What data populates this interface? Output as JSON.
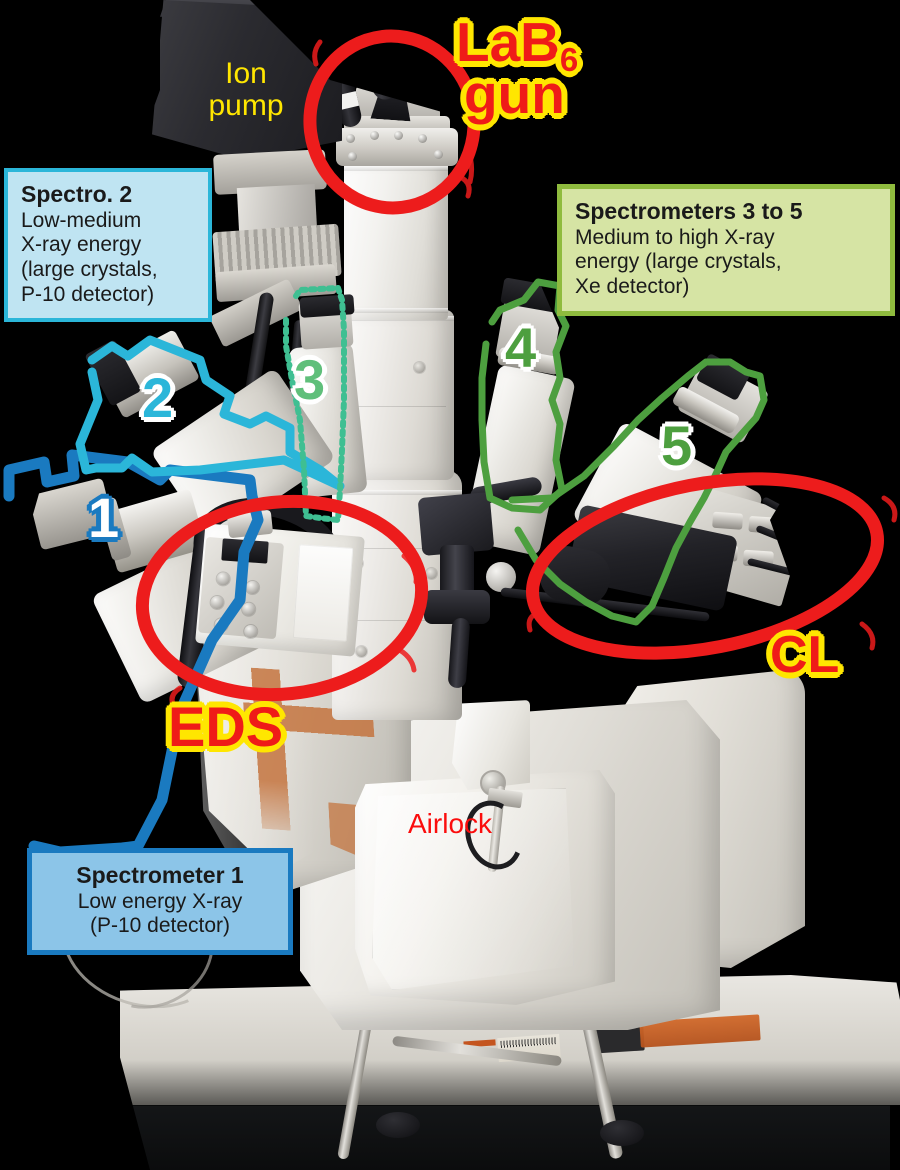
{
  "figure": {
    "subject": "Electron probe microanalyser (EPMA) annotated photograph",
    "background_color": "#000000"
  },
  "callouts": [
    {
      "id": "spectro2",
      "title": "Spectro. 2",
      "body": "Low-medium\nX-ray energy\n(large crystals,\nP-10 detector)",
      "fill": "#bfe4f2",
      "border": "#2bb6d9"
    },
    {
      "id": "spectro345",
      "title": "Spectrometers 3 to 5",
      "body": "Medium to high X-ray\nenergy (large crystals,\nXe detector)",
      "fill": "#d6e4a4",
      "border": "#8fbb3e"
    },
    {
      "id": "spectro1",
      "title": "Spectrometer 1",
      "body": "Low energy X-ray\n(P-10 detector)",
      "fill": "#8cc5e8",
      "border": "#1a7ac0"
    }
  ],
  "labels": {
    "ion_pump": "Ion\npump",
    "lab6_gun_line1": "LaB",
    "lab6_gun_subscript": "6",
    "lab6_gun_line2": "gun",
    "eds": "EDS",
    "cl": "CL",
    "airlock": "Airlock"
  },
  "label_colors": {
    "yellow_text": "#ffe600",
    "red_text": "#fb0d0d",
    "halo_fill": "#ef1b18",
    "halo_stroke": "#ffe600",
    "circle_marker": "#ed1c1c"
  },
  "spectrometer_numbers": [
    {
      "id": "1",
      "label": "1",
      "outline_color": "#1a7ac0",
      "fill_color": "#ffffff"
    },
    {
      "id": "2",
      "label": "2",
      "outline_color": "#ffffff",
      "fill_color": "#2bb6d9"
    },
    {
      "id": "3",
      "label": "3",
      "outline_color": "#ffffff",
      "fill_color": "#5fbf7a"
    },
    {
      "id": "4",
      "label": "4",
      "outline_color": "#ffffff",
      "fill_color": "#4d9f3f"
    },
    {
      "id": "5",
      "label": "5",
      "outline_color": "#ffffff",
      "fill_color": "#4d9f3f"
    }
  ],
  "highlight_regions": [
    {
      "id": "lab6-gun-circle",
      "shape": "ellipse",
      "color": "#ed1c1c"
    },
    {
      "id": "eds-circle",
      "shape": "ellipse",
      "color": "#ed1c1c"
    },
    {
      "id": "cl-circle",
      "shape": "ellipse",
      "color": "#ed1c1c"
    }
  ],
  "outline_regions": [
    {
      "id": "spectrometer-1-outline",
      "color": "#1a7ac0",
      "style": "solid"
    },
    {
      "id": "spectrometer-2-outline",
      "color": "#2bb6d9",
      "style": "solid"
    },
    {
      "id": "spectrometer-3-outline",
      "color": "#3fbf92",
      "style": "dotted"
    },
    {
      "id": "spectrometer-4-outline",
      "color": "#4d9f3f",
      "style": "solid"
    },
    {
      "id": "spectrometer-5-outline",
      "color": "#4d9f3f",
      "style": "solid"
    }
  ]
}
